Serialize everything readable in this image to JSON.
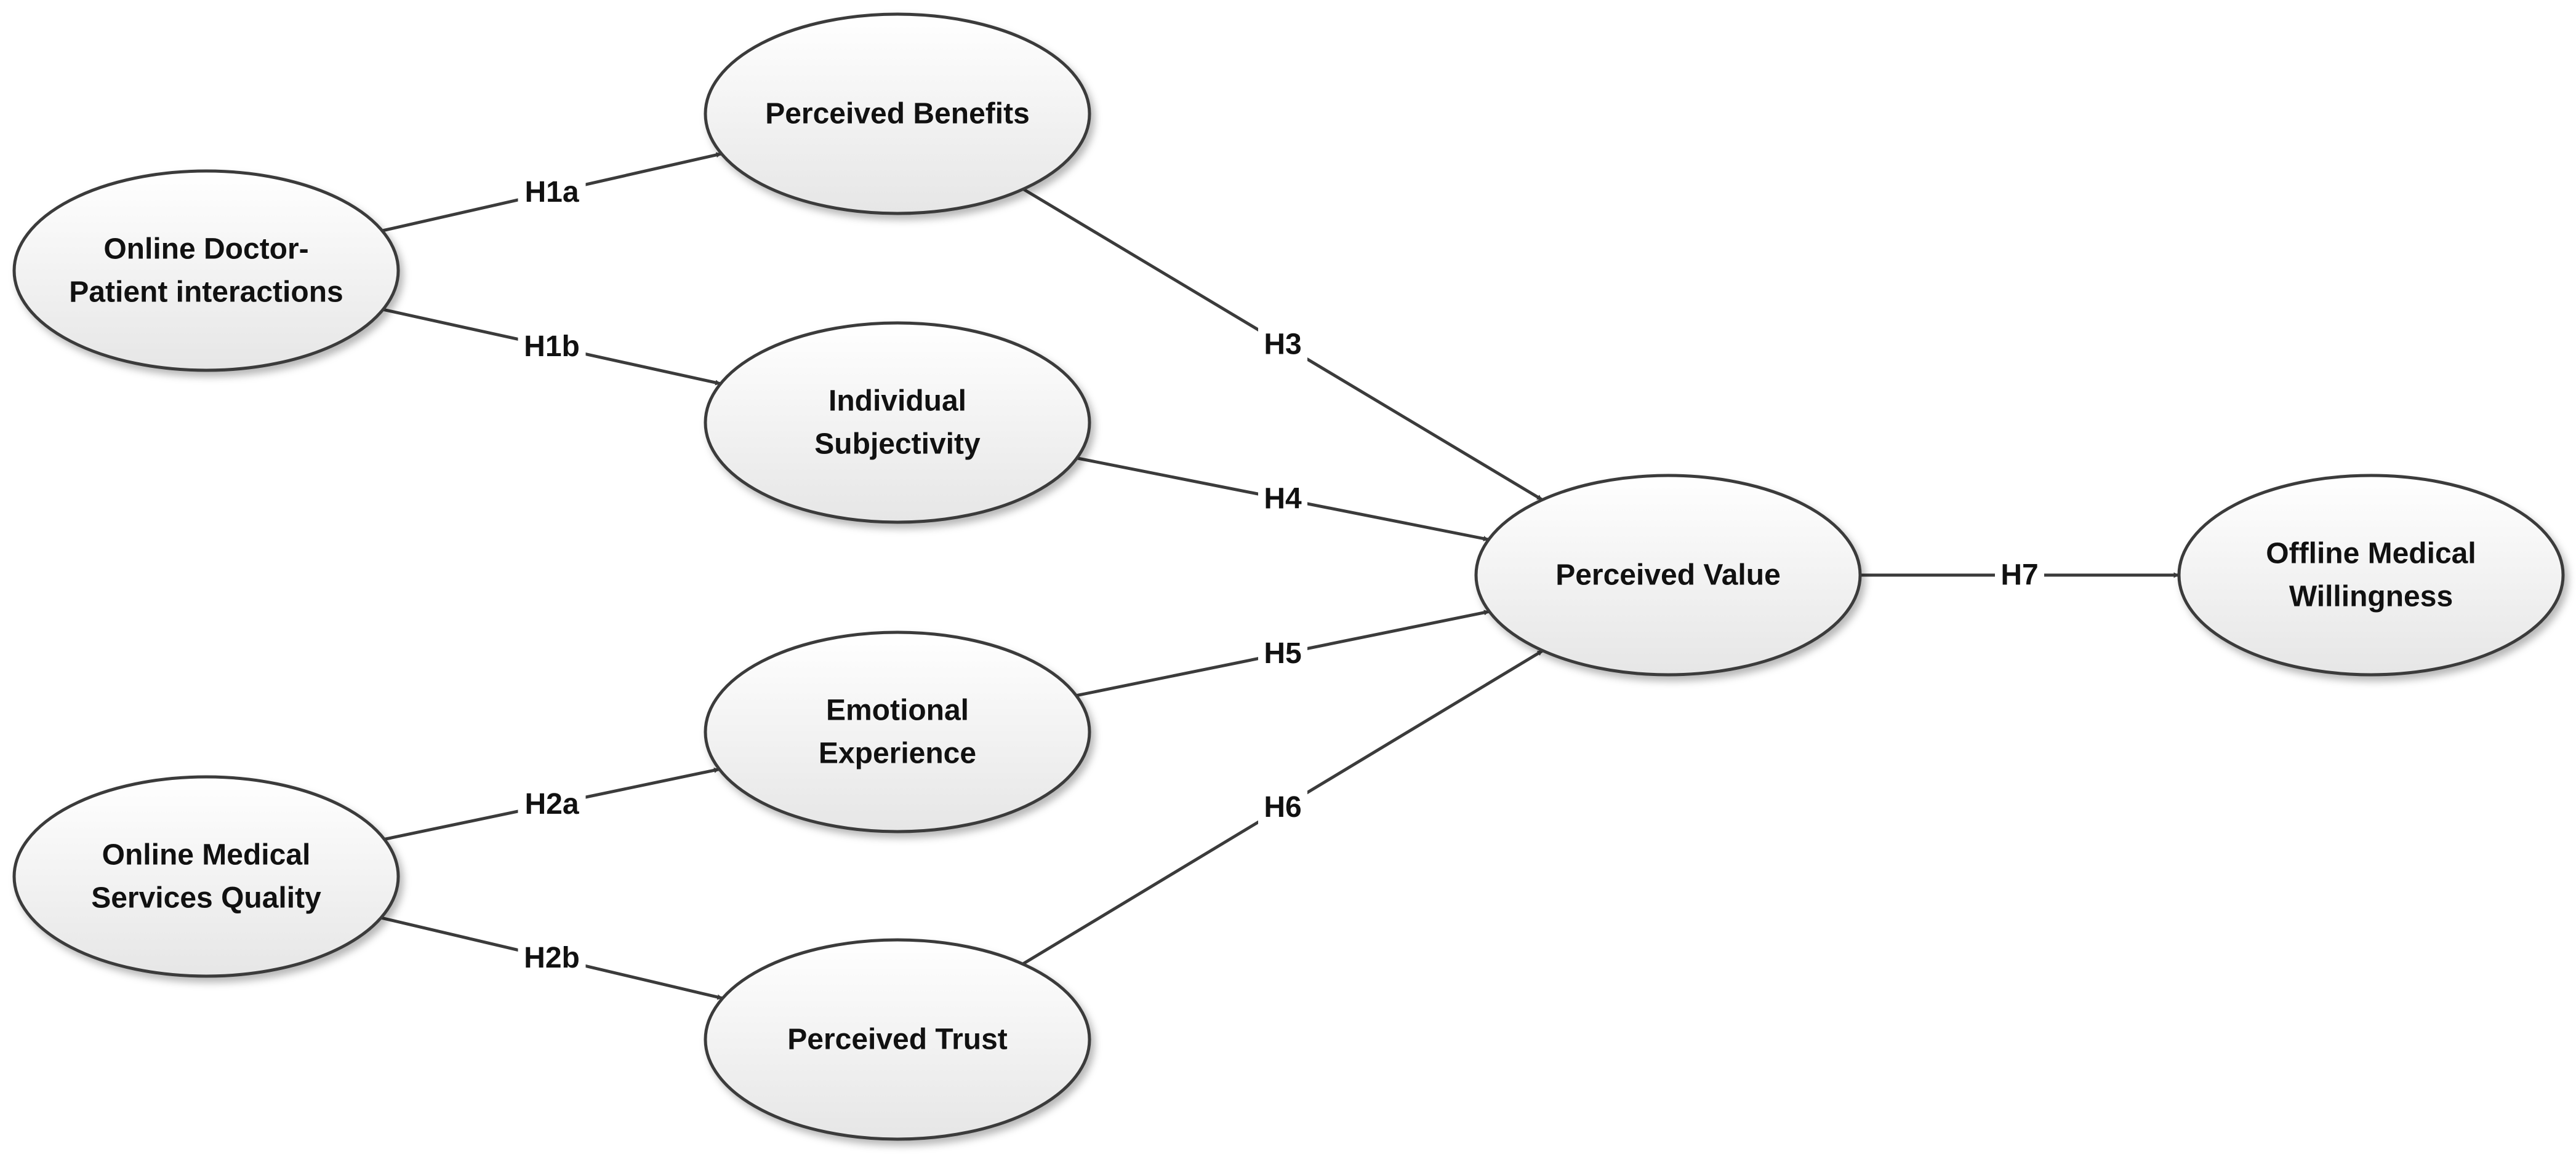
{
  "nodes": {
    "odpi": {
      "lines": [
        "Online Doctor-",
        "Patient interactions"
      ]
    },
    "omsq": {
      "lines": [
        "Online Medical",
        "Services Quality"
      ]
    },
    "pb": {
      "lines": [
        "Perceived Benefits"
      ]
    },
    "is": {
      "lines": [
        "Individual",
        "Subjectivity"
      ]
    },
    "ee": {
      "lines": [
        "Emotional",
        "Experience"
      ]
    },
    "pt": {
      "lines": [
        "Perceived Trust"
      ]
    },
    "pv": {
      "lines": [
        "Perceived Value"
      ]
    },
    "omw": {
      "lines": [
        "Offline Medical",
        "Willingness"
      ]
    }
  },
  "edges": [
    {
      "from": "odpi",
      "to": "pb",
      "label": "H1a"
    },
    {
      "from": "odpi",
      "to": "is",
      "label": "H1b"
    },
    {
      "from": "omsq",
      "to": "ee",
      "label": "H2a"
    },
    {
      "from": "omsq",
      "to": "pt",
      "label": "H2b"
    },
    {
      "from": "pb",
      "to": "pv",
      "label": "H3"
    },
    {
      "from": "is",
      "to": "pv",
      "label": "H4"
    },
    {
      "from": "ee",
      "to": "pv",
      "label": "H5"
    },
    {
      "from": "pt",
      "to": "pv",
      "label": "H6"
    },
    {
      "from": "pv",
      "to": "omw",
      "label": "H7"
    }
  ]
}
